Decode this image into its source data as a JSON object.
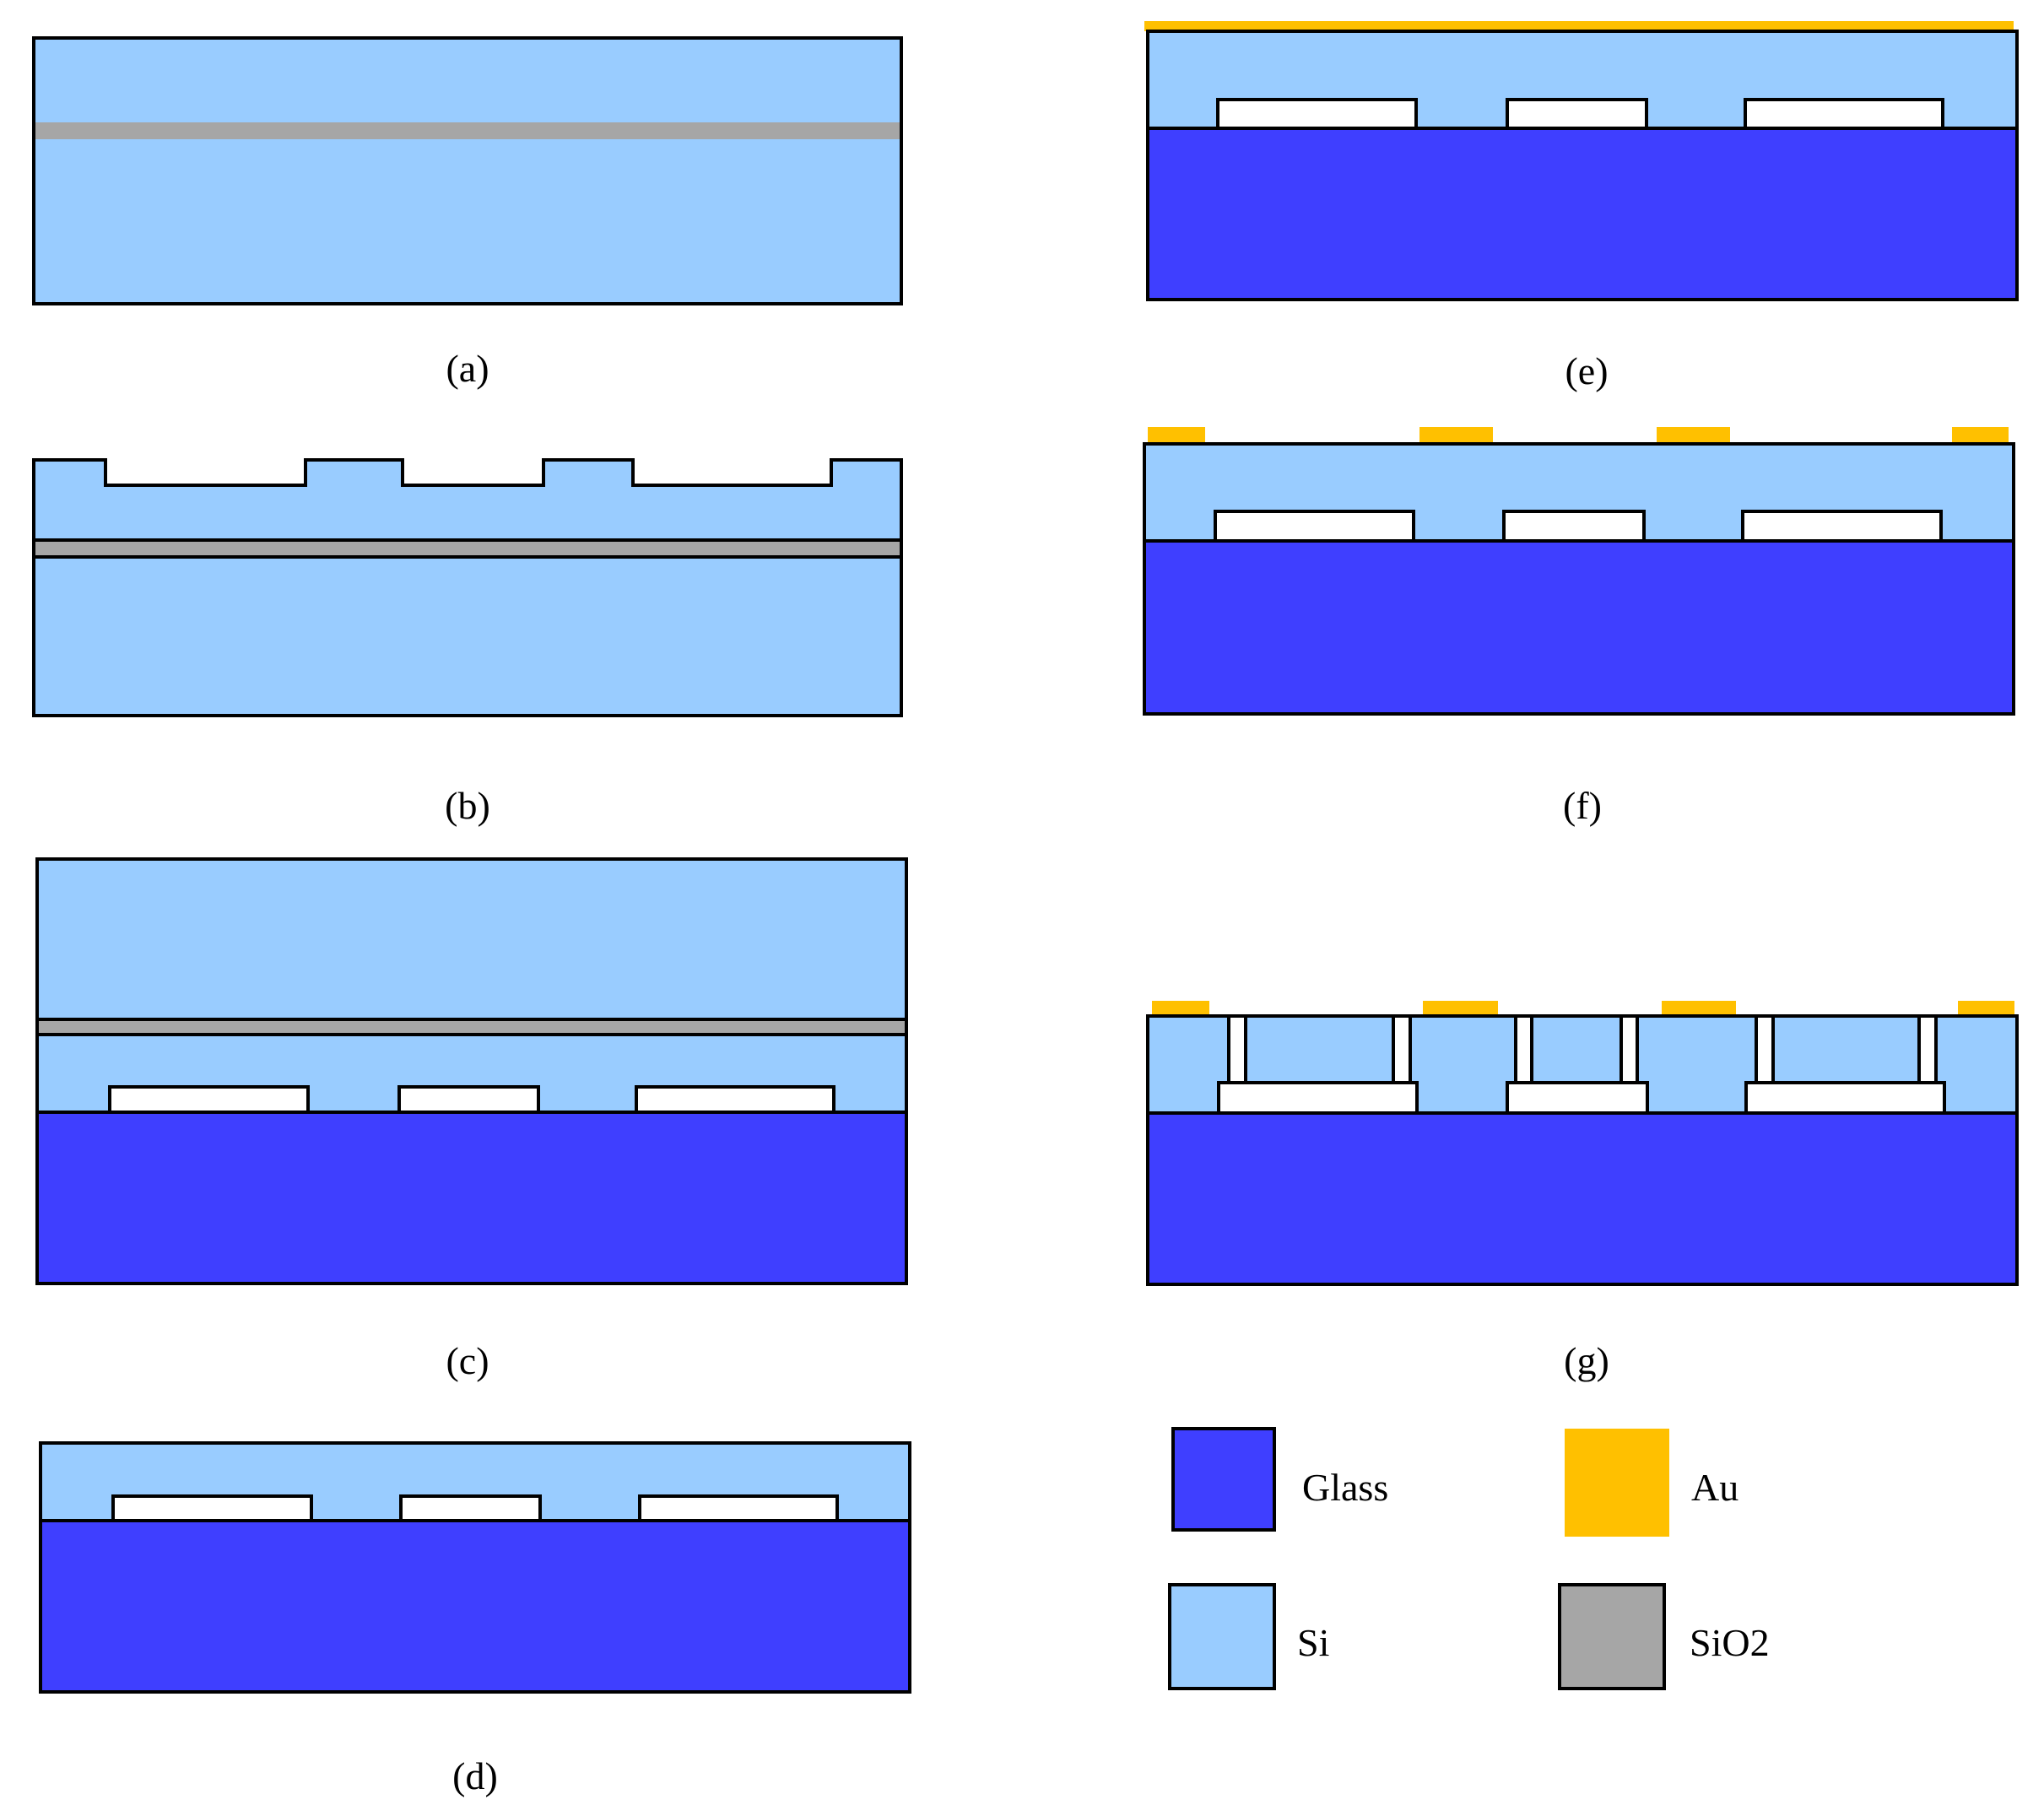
{
  "materials": {
    "glass": {
      "label": "Glass",
      "color": "#3f3fff"
    },
    "si": {
      "label": "Si",
      "color": "#99ccff"
    },
    "au": {
      "label": "Au",
      "color": "#ffc000"
    },
    "sio2": {
      "label": "SiO2",
      "color": "#a6a6a6"
    },
    "cavity": {
      "color": "#ffffff"
    },
    "outline": {
      "color": "#000000"
    }
  },
  "steps": {
    "a": {
      "caption": "(a)"
    },
    "b": {
      "caption": "(b)"
    },
    "c": {
      "caption": "(c)"
    },
    "d": {
      "caption": "(d)"
    },
    "e": {
      "caption": "(e)"
    },
    "f": {
      "caption": "(f)"
    },
    "g": {
      "caption": "(g)"
    }
  },
  "legend": {
    "glass_label": "Glass",
    "si_label": "Si",
    "au_label": "Au",
    "sio2_label": "SiO2"
  }
}
